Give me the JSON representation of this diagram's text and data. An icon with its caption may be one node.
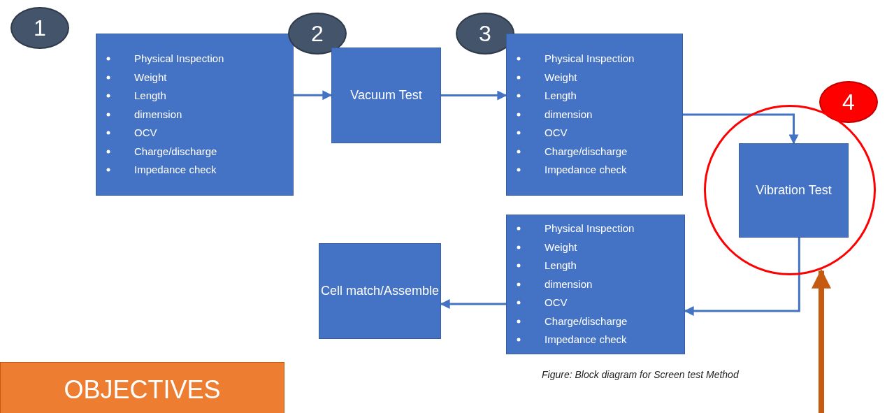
{
  "diagram": {
    "nodes": [
      {
        "text": [
          "1"
        ]
      },
      {
        "text": [
          "Physical Inspection",
          "Weight",
          "Length",
          "dimension",
          "OCV",
          "Charge/discharge",
          "Impedance check"
        ]
      },
      {
        "text": [
          "2"
        ]
      },
      {
        "text": [
          "Vacuum Test"
        ]
      },
      {
        "text": [
          "3"
        ]
      },
      {
        "text": [
          "Physical Inspection",
          "Weight",
          "Length",
          "dimension",
          "OCV",
          "Charge/discharge",
          "Impedance check"
        ]
      },
      {
        "text": [
          "4"
        ]
      },
      {
        "text": [],
        "shape": "circle"
      },
      {
        "text": [
          "Vibration Test"
        ],
        "in": 7
      },
      {
        "text": [
          "Physical Inspection",
          "Weight",
          "Length",
          "dimension",
          "OCV",
          "Charge/discharge",
          "Impedance check"
        ]
      },
      {
        "text": [
          "Cell match/Assemble"
        ]
      },
      {
        "text": [
          "OBJECTIVES"
        ]
      }
    ],
    "edges": [
      {
        "from": 1,
        "to": 3,
        "arrow": "to"
      },
      {
        "from": 3,
        "to": 5,
        "arrow": "to"
      },
      {
        "from": 5,
        "to": 8,
        "arrow": "to"
      },
      {
        "from": 8,
        "to": 9,
        "arrow": "to"
      },
      {
        "from": 9,
        "to": 10,
        "arrow": "to"
      },
      {
        "from": null,
        "to": 7,
        "arrow": "to",
        "style": "thick",
        "color": "#c55a11"
      }
    ],
    "labels": [
      "Figure: Block diagram for Screen test Method"
    ]
  }
}
